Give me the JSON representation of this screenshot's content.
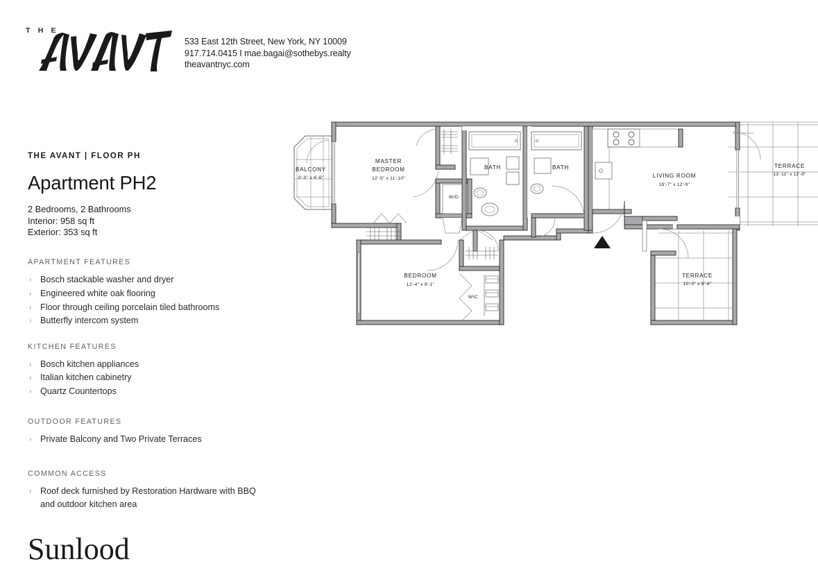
{
  "header": {
    "brand_the": "T H E",
    "brand_name": "AVANT",
    "address": "533 East 12th Street, New York, NY 10009",
    "phone_email": "917.714.0415 I mae.bagai@sothebys.realty",
    "website": "theavantnyc.com"
  },
  "listing": {
    "eyebrow": "THE AVANT | FLOOR PH",
    "title": "Apartment PH2",
    "rooms": "2 Bedrooms, 2 Bathrooms",
    "interior": "Interior: 958 sq ft",
    "exterior": "Exterior: 353 sq ft"
  },
  "feature_groups": [
    {
      "heading": "APARTMENT FEATURES",
      "items": [
        "Bosch stackable washer and dryer",
        "Engineered white oak flooring",
        "Floor through ceiling porcelain tiled bathrooms",
        "Butterfly intercom system"
      ]
    },
    {
      "heading": "KITCHEN FEATURES",
      "items": [
        "Bosch kitchen appliances",
        "Italian kitchen cabinetry",
        "Quartz Countertops"
      ]
    },
    {
      "heading": "OUTDOOR FEATURES",
      "items": [
        "Private Balcony and Two Private Terraces"
      ]
    },
    {
      "heading": "COMMON ACCESS",
      "items": [
        "Roof deck furnished by Restoration Hardware with BBQ and outdoor kitchen area"
      ]
    }
  ],
  "bullet_glyph": "›",
  "bottom_cut_text": "Sunlood",
  "floorplan": {
    "rooms": {
      "balcony": {
        "name": "BALCONY",
        "dim": "9'-0\" x 4'-6\""
      },
      "master_bedroom": {
        "name_line1": "MASTER",
        "name_line2": "BEDROOM",
        "dim": "12'-5\" x 11'-10\""
      },
      "bath_1": {
        "name": "BATH"
      },
      "bath_2": {
        "name": "BATH"
      },
      "living_room": {
        "name": "LIVING ROOM",
        "dim": "19'-7\" x 12'-9\""
      },
      "terrace_1": {
        "name": "TERRACE",
        "dim": "13'-11\" x 11'-9\""
      },
      "terrace_2": {
        "name": "TERRACE",
        "dim": "10'-0\" x 8'-4\""
      },
      "bedroom": {
        "name": "BEDROOM",
        "dim": "12'-4\" x 9'-1\""
      },
      "wic": {
        "name": "WIC"
      },
      "washer_dryer": {
        "name": "W/D"
      }
    },
    "colors": {
      "wall_fill": "#a8a9ad",
      "wall_stroke": "#2b2b2b",
      "thin_line": "#4a4a4a",
      "terrace_grid": "#8d8f93",
      "entry_marker": "#1a1a1a"
    }
  }
}
